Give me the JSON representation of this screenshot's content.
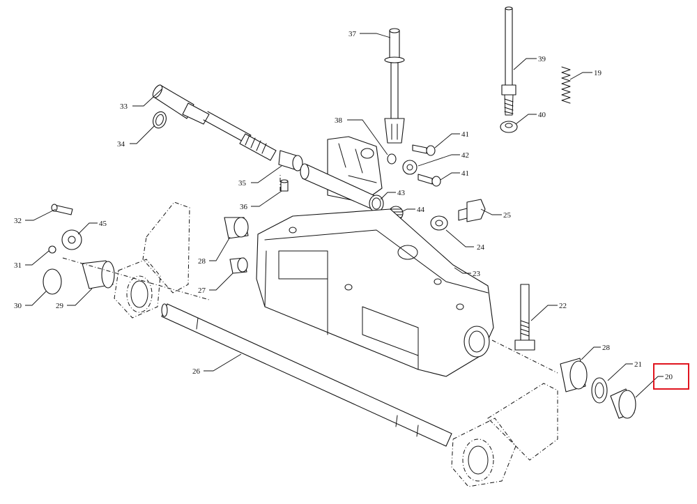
{
  "diagram": {
    "highlight_colour": "#e0141e",
    "callouts": [
      {
        "id": "c37",
        "label": "37"
      },
      {
        "id": "c39",
        "label": "39"
      },
      {
        "id": "c19",
        "label": "19"
      },
      {
        "id": "c40",
        "label": "40"
      },
      {
        "id": "c33",
        "label": "33"
      },
      {
        "id": "c34",
        "label": "34"
      },
      {
        "id": "c38",
        "label": "38"
      },
      {
        "id": "c41a",
        "label": "41"
      },
      {
        "id": "c42",
        "label": "42"
      },
      {
        "id": "c41b",
        "label": "41"
      },
      {
        "id": "c35",
        "label": "35"
      },
      {
        "id": "c43",
        "label": "43"
      },
      {
        "id": "c36",
        "label": "36"
      },
      {
        "id": "c44",
        "label": "44"
      },
      {
        "id": "c25",
        "label": "25"
      },
      {
        "id": "c32",
        "label": "32"
      },
      {
        "id": "c45",
        "label": "45"
      },
      {
        "id": "c24",
        "label": "24"
      },
      {
        "id": "c28a",
        "label": "28"
      },
      {
        "id": "c31",
        "label": "31"
      },
      {
        "id": "c23",
        "label": "23"
      },
      {
        "id": "c27",
        "label": "27"
      },
      {
        "id": "c30",
        "label": "30"
      },
      {
        "id": "c29",
        "label": "29"
      },
      {
        "id": "c22",
        "label": "22"
      },
      {
        "id": "c26",
        "label": "26"
      },
      {
        "id": "c28b",
        "label": "28"
      },
      {
        "id": "c21",
        "label": "21"
      },
      {
        "id": "c20",
        "label": "20"
      }
    ]
  }
}
